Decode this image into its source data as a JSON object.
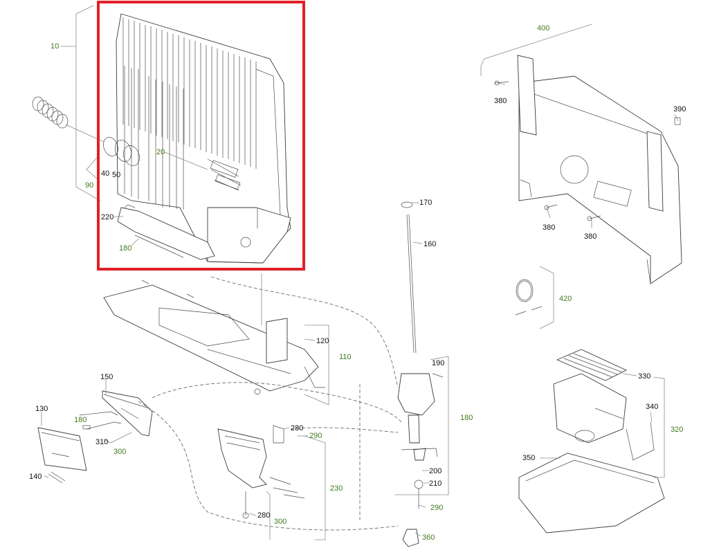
{
  "labels": {
    "l10": "10",
    "l20": "20",
    "l40": "40",
    "l50": "50",
    "l90": "90",
    "l220": "220",
    "l180a": "180",
    "l400": "400",
    "l380a": "380",
    "l390": "390",
    "l380b": "380",
    "l380c": "380",
    "l420": "420",
    "l170": "170",
    "l160": "160",
    "l190": "190",
    "l180b": "180",
    "l200": "200",
    "l210": "210",
    "l290a": "290",
    "l360": "360",
    "l120": "120",
    "l110": "110",
    "l150": "150",
    "l130": "130",
    "l180c": "180",
    "l310": "310",
    "l300a": "300",
    "l140": "140",
    "l280a": "280",
    "l290b": "290",
    "l230": "230",
    "l280b": "280",
    "l300b": "300",
    "l330": "330",
    "l340": "340",
    "l320": "320",
    "l350": "350"
  },
  "colors": {
    "highlight": "#e0202a",
    "label_black": "#111111",
    "label_green": "#3f7a1e"
  }
}
